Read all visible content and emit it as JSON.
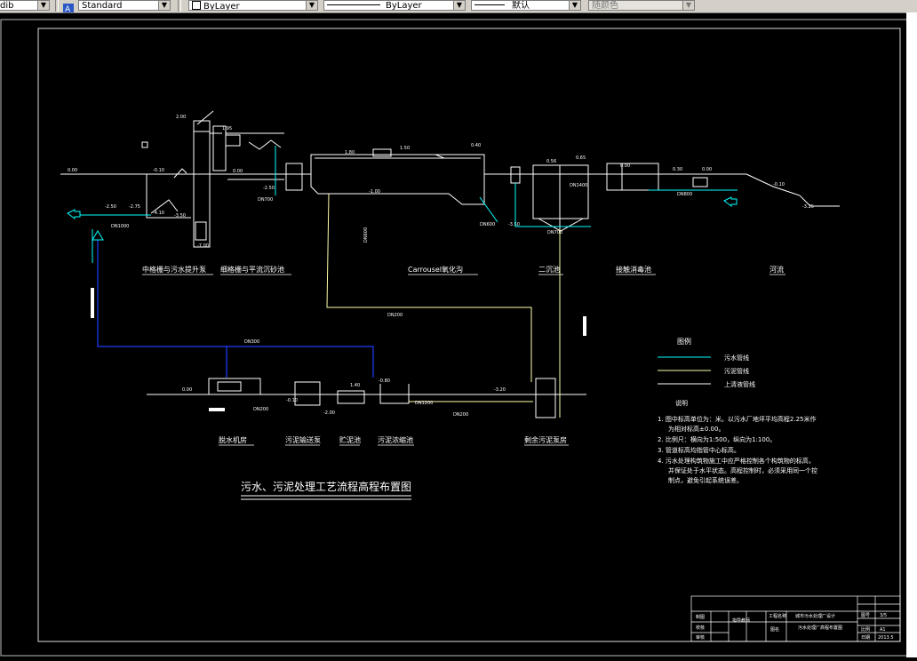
{
  "toolbar": {
    "left_value": "dib",
    "textstyle": "Standard",
    "layer": "ByLayer",
    "linetype": "ByLayer",
    "lineweight": "默认",
    "color": "随颜色"
  },
  "drawing": {
    "title": "污水、污泥处理工艺流程高程布置图",
    "units": {
      "u1": "Carrousel氧化沟",
      "u2": "中格栅与污水提升泵",
      "u3": "细格栅与平流沉砂池",
      "u4": "二沉池",
      "u5": "接触消毒池",
      "u6": "河流",
      "u7": "脱水机房",
      "u8": "污泥输送泵",
      "u9": "贮泥池",
      "u10": "污泥浓缩池",
      "u11": "剩余污泥泵房"
    },
    "legend": {
      "title": "图例",
      "item1": "污水管线",
      "item2": "污泥管线",
      "item3": "上清液管线"
    },
    "notes": {
      "title": "说明",
      "n1": "1. 图中标高单位为：米。以污水厂地坪平均高程2.25米作",
      "n1b": "为相对标高±0.00。",
      "n2": "2. 比例尺：横向为1:500，纵向为1:100。",
      "n3": "3. 管道标高均指管中心标高。",
      "n4": "4. 污水处理构筑物施工中应严格控制各个构筑物的标高，",
      "n4b": "并保证处于水平状态。高程控制时，必须采用同一个控",
      "n4c": "制点，避免引起系统误差。"
    },
    "pipes": {
      "dn1000": "DN1000",
      "dn700a": "DN700",
      "dn600": "DN600",
      "dn700b": "DN700",
      "dn800": "DN800",
      "dn600b": "DN600",
      "dn200a": "DN200",
      "dn300": "DN300",
      "dn200b": "DN200",
      "dn200c": "DN200",
      "dn1200": "DN1200",
      "dn1400": "DN1400"
    },
    "elev": {
      "e1": "0.00",
      "e2": "-0.10",
      "e3": "-2.50",
      "e4": "-2.75",
      "e5": "-4.10",
      "e6": "-3.50",
      "e7": "2.00",
      "e8": "1.95",
      "e9": "0.00",
      "e10": "-2.50",
      "e11": "-7.00",
      "e12": "1.80",
      "e13": "1.50",
      "e14": "0.40",
      "e15": "-1.00",
      "e16": "0.56",
      "e17": "0.65",
      "e18": "-3.50",
      "e19": "0.00",
      "e20": "0.30",
      "e21": "0.00",
      "e22": "-0.10",
      "e23": "-3.25",
      "e24": "1.40",
      "e25": "-0.80",
      "e26": "-3.20",
      "e27": "0.00",
      "e28": "-0.10",
      "e29": "-2.00"
    },
    "titleblock": {
      "c1": "制图",
      "c2": "校核",
      "c3": "审核",
      "c4": "指导教师",
      "c5": "工程名称",
      "c6": "城市污水处理厂设计",
      "c7": "图名",
      "c8": "污水处理厂高程布置图",
      "c9": "图号",
      "c10": "比例",
      "c11": "日期",
      "c12": "3/5",
      "c13": "A1",
      "c14": "2013.5"
    }
  }
}
